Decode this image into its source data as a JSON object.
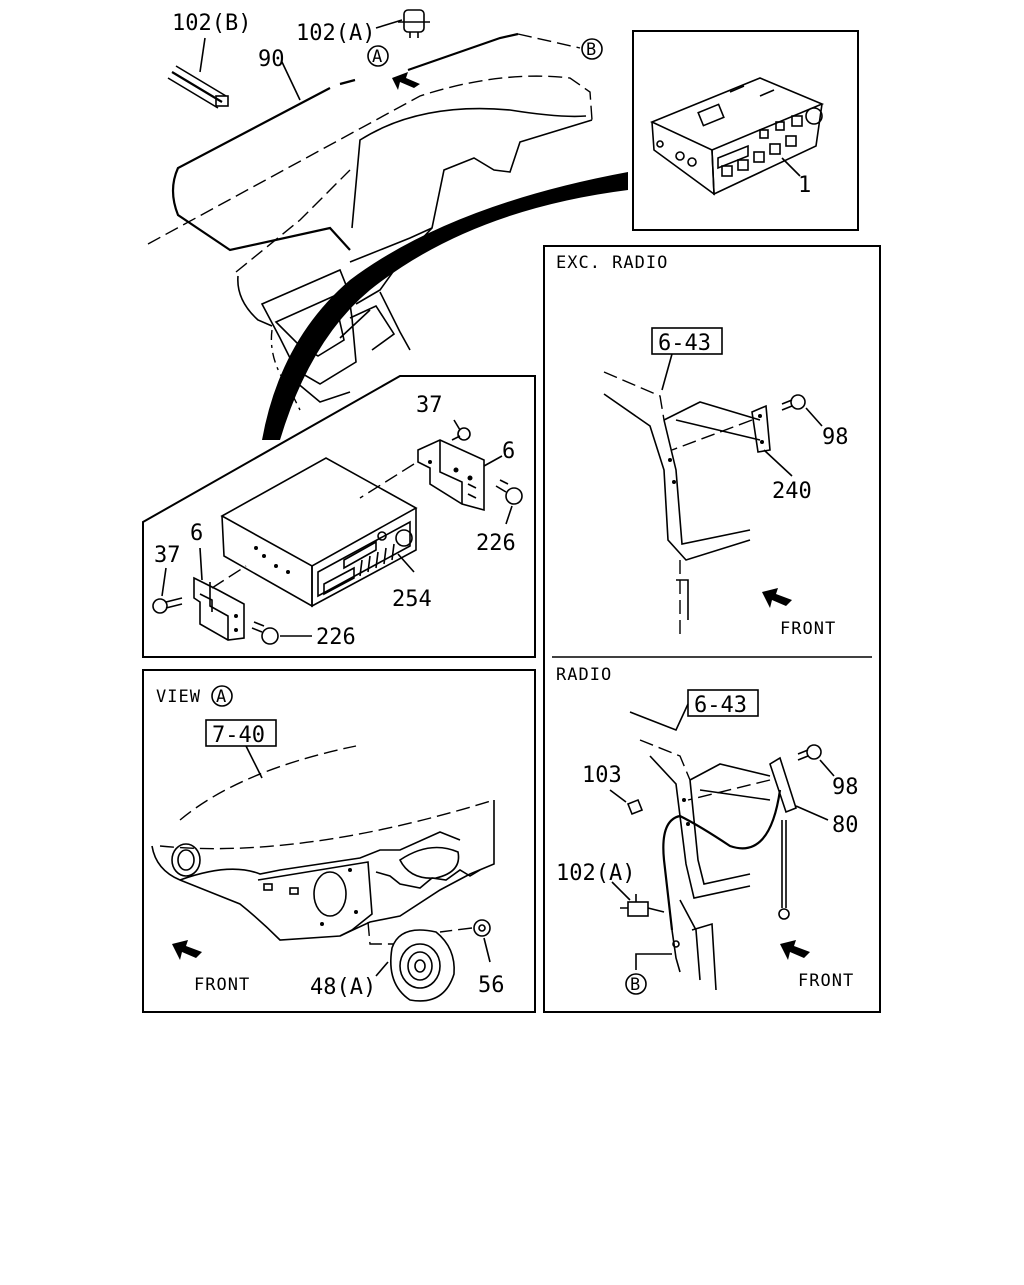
{
  "labels": {
    "l102b": "102(B)",
    "l102a_top": "102(A)",
    "l90": "90",
    "circA_top": "A",
    "circB_top": "B",
    "l1": "1",
    "l37_top": "37",
    "l6_top": "6",
    "l226_top": "226",
    "l6_left": "6",
    "l37_left": "37",
    "l254": "254",
    "l226_bot": "226"
  },
  "exc_radio": {
    "title": "EXC. RADIO",
    "ref": "6-43",
    "l98": "98",
    "l240": "240",
    "front": "FRONT"
  },
  "radio": {
    "title": "RADIO",
    "ref": "6-43",
    "l103": "103",
    "l98": "98",
    "l80": "80",
    "l102a": "102(A)",
    "circB": "B",
    "front": "FRONT"
  },
  "view_a": {
    "title": "VIEW",
    "circA": "A",
    "ref": "7-40",
    "l48a": "48(A)",
    "l56": "56",
    "front": "FRONT"
  }
}
